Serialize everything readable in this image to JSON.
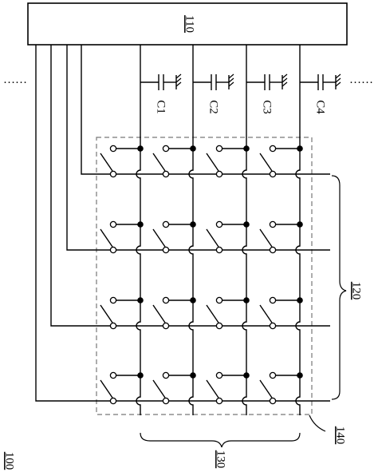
{
  "labels": {
    "controller": "110",
    "switch_array": "120",
    "column_group": "130",
    "region": "140",
    "system": "100"
  },
  "capacitors": [
    "C1",
    "C2",
    "C3",
    "C4"
  ],
  "ellipsis_left": "……",
  "ellipsis_right": "……",
  "grid": {
    "rows": 4,
    "columns": 4
  }
}
